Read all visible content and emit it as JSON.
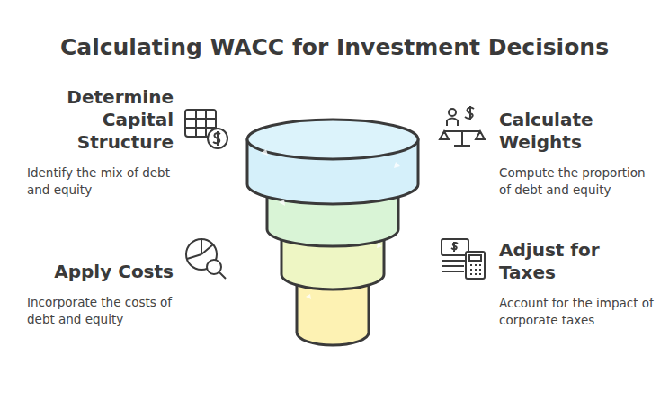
{
  "diagram": {
    "title": "Calculating WACC for Investment Decisions",
    "labels": [
      "Determine Capital Structure",
      "Identify the mix of debt and equity",
      "Calculate Weights",
      "Compute the proportion of debt and equity",
      "Apply Costs",
      "Incorporate the costs of debt and equity",
      "Adjust for Taxes",
      "Account for the impact of corporate taxes"
    ]
  }
}
